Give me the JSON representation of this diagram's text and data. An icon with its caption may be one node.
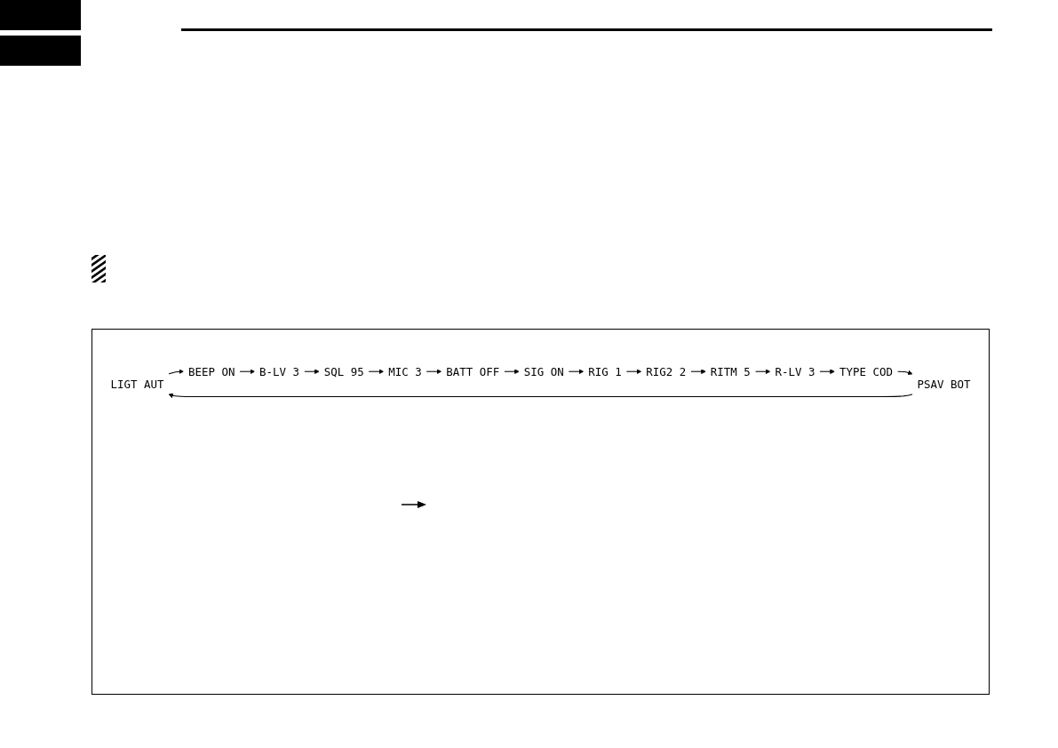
{
  "diagram": {
    "nodes": [
      {
        "text": [
          "LIGT AUT"
        ]
      },
      {
        "text": [
          "BEEP ON"
        ]
      },
      {
        "text": [
          "B-LV 3"
        ]
      },
      {
        "text": [
          "SQL 95"
        ]
      },
      {
        "text": [
          "MIC 3"
        ]
      },
      {
        "text": [
          "BATT OFF"
        ]
      },
      {
        "text": [
          "SIG ON"
        ]
      },
      {
        "text": [
          "RIG 1"
        ]
      },
      {
        "text": [
          "RIG2 2"
        ]
      },
      {
        "text": [
          "RITM 5"
        ]
      },
      {
        "text": [
          "R-LV 3"
        ]
      },
      {
        "text": [
          "TYPE COD"
        ]
      },
      {
        "text": [
          "PSAV BOT"
        ]
      }
    ],
    "edges": [
      {
        "from": 0,
        "to": 1,
        "arrow": "to"
      },
      {
        "from": 1,
        "to": 2,
        "arrow": "to"
      },
      {
        "from": 2,
        "to": 3,
        "arrow": "to"
      },
      {
        "from": 3,
        "to": 4,
        "arrow": "to"
      },
      {
        "from": 4,
        "to": 5,
        "arrow": "to"
      },
      {
        "from": 5,
        "to": 6,
        "arrow": "to"
      },
      {
        "from": 6,
        "to": 7,
        "arrow": "to"
      },
      {
        "from": 7,
        "to": 8,
        "arrow": "to"
      },
      {
        "from": 8,
        "to": 9,
        "arrow": "to"
      },
      {
        "from": 9,
        "to": 10,
        "arrow": "to"
      },
      {
        "from": 10,
        "to": 11,
        "arrow": "to"
      },
      {
        "from": 11,
        "to": 12,
        "arrow": "to"
      },
      {
        "from": 12,
        "to": 0,
        "arrow": "to"
      }
    ]
  }
}
